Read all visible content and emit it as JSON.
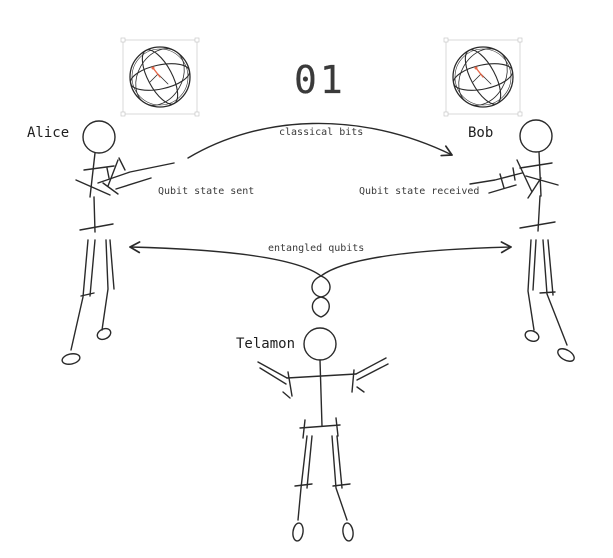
{
  "people": {
    "alice": "Alice",
    "bob": "Bob",
    "telamon": "Telamon"
  },
  "bits_value": "01",
  "labels": {
    "classical_bits": "classical bits",
    "entangled_qubits": "entangled qubits",
    "qubit_sent": "Qubit state sent",
    "qubit_received": "Qubit state received"
  },
  "icons": {
    "sphere_left": "bloch-sphere-icon",
    "sphere_right": "bloch-sphere-icon",
    "entanglement": "entanglement-loop-icon"
  },
  "colors": {
    "ink": "#2a2a2a",
    "state_vector": "#e8694a",
    "frame": "#c9c9c9"
  }
}
